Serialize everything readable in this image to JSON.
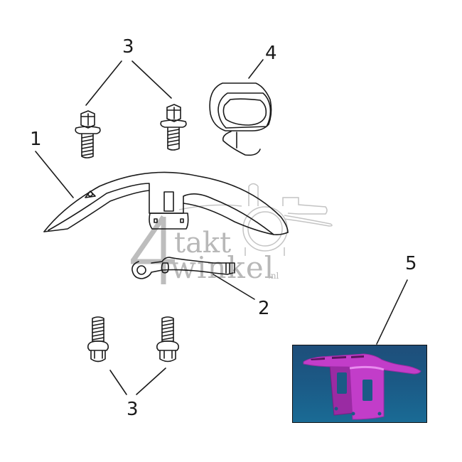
{
  "diagram": {
    "type": "exploded-parts-diagram",
    "subject": "front fender assembly",
    "callouts": [
      {
        "id": "1",
        "label": "1",
        "part": "front fender"
      },
      {
        "id": "2",
        "label": "2",
        "part": "fender stay / bracket"
      },
      {
        "id": "3a",
        "label": "3",
        "part": "flange bolts (upper pair)"
      },
      {
        "id": "3b",
        "label": "3",
        "part": "flange bolts (lower pair)"
      },
      {
        "id": "4",
        "label": "4",
        "part": "grommet / clip"
      },
      {
        "id": "5",
        "label": "5",
        "part": "fender mounting bracket (color render)"
      }
    ],
    "watermark": {
      "numeral": "4",
      "line1": "takt",
      "line2": "winkel",
      "suffix": ".nl"
    },
    "colors": {
      "line": "#1a1a1a",
      "watermark": "#b8b8b8",
      "photo_bg": "#1b5a86",
      "part_magenta": "#c23dc9",
      "part_magenta_light": "#e07ae6",
      "part_magenta_dark": "#8e2596"
    }
  }
}
